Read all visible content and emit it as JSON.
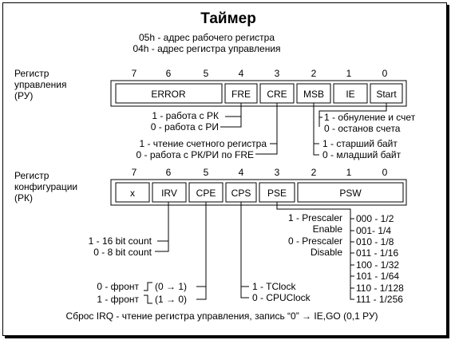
{
  "title": "Таймер",
  "address_lines": [
    "05h - адрес рабочего регистра",
    "04h - адрес регистра управления"
  ],
  "control_register": {
    "label": [
      "Регистр",
      "управления",
      "(РУ)"
    ],
    "bit_numbers": [
      "7",
      "6",
      "5",
      "4",
      "3",
      "2",
      "1",
      "0"
    ],
    "fields": [
      "ERROR",
      "FRE",
      "CRE",
      "MSB",
      "IE",
      "Start"
    ],
    "annotations": {
      "fre": [
        "1 - работа с РК",
        "0 - работа с РИ"
      ],
      "cre": [
        "1 - чтение счетного регистра",
        "0 - работа с РК/РИ по FRE"
      ],
      "start": [
        "1 - обнуление и счет",
        "0 - останов счета"
      ],
      "msb": [
        "1 - старший байт",
        "0 - младший байт"
      ]
    }
  },
  "config_register": {
    "label": [
      "Регистр",
      "конфигурации",
      "(РК)"
    ],
    "bit_numbers": [
      "7",
      "6",
      "5",
      "4",
      "3",
      "2",
      "1",
      "0"
    ],
    "fields": [
      "x",
      "IRV",
      "CPE",
      "CPS",
      "PSE",
      "PSW"
    ],
    "annotations": {
      "irv": [
        "1 - 16 bit count",
        "0 - 8 bit count"
      ],
      "pse": [
        "1 - Prescaler",
        "Enable",
        "0 - Prescaler",
        "Disable"
      ],
      "psw": [
        "000 - 1/2",
        "001- 1/4",
        "010 - 1/8",
        "011 - 1/16",
        "100 - 1/32",
        "101 - 1/64",
        "110 - 1/128",
        "111 - 1/256"
      ],
      "cpe": [
        "0 - фронт",
        "(0 → 1)",
        "1 - фронт",
        "(1 → 0)"
      ],
      "cps": [
        "1 - TClock",
        "0 - CPUClock"
      ]
    }
  },
  "footer": "Сброс IRQ - чтение регистра управления, запись “0” → IE,GO (0,1 РУ)"
}
